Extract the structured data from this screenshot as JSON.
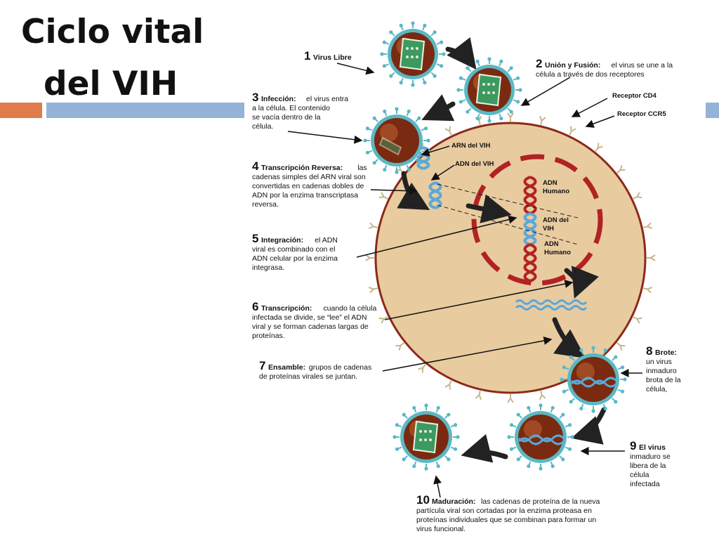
{
  "slide": {
    "title_line1": "Ciclo vital",
    "title_line2": "del VIH",
    "bar_colors": {
      "accent": "#E07B4A",
      "main": "#95B3D7"
    }
  },
  "diagram": {
    "colors": {
      "cell": "#E9CBA0",
      "membrane": "#8B2A1A",
      "nucleus_dash": "#B22222",
      "virus_outer": "#5AB8C4",
      "virus_inner": "#7A2A10",
      "dna_blue": "#5BA8D8",
      "dna_red": "#B22222",
      "capsid": "#3C9A5F",
      "receptor": "#C8B58A"
    },
    "steps": [
      {
        "n": "1",
        "head": "Virus Libre",
        "lines": []
      },
      {
        "n": "2",
        "head": "Unión y Fusión:",
        "lines": [
          "el virus se une a la",
          "célula a través de dos receptores"
        ]
      },
      {
        "n": "3",
        "head": "Infección:",
        "lines": [
          "el virus entra",
          "a la célula.  El contenido",
          "se vacía dentro de la",
          "célula."
        ]
      },
      {
        "n": "4",
        "head": "Transcripción Reversa:",
        "lines": [
          "las",
          "cadenas simples del ARN viral son",
          "convertidas en cadenas dobles de",
          "ADN por la enzima transcriptasa",
          "reversa."
        ]
      },
      {
        "n": "5",
        "head": "Integración:",
        "lines": [
          "el ADN",
          "viral es combinado con el",
          "ADN celular por la enzima",
          "integrasa."
        ]
      },
      {
        "n": "6",
        "head": "Transcripción:",
        "lines": [
          "cuando la célula",
          "infectada se divide, se “lee” el ADN",
          "viral y se forman cadenas largas de",
          "proteínas."
        ]
      },
      {
        "n": "7",
        "head": "Ensamble:",
        "lines": [
          "grupos de cadenas",
          "de proteínas virales se juntan."
        ]
      },
      {
        "n": "8",
        "head": "Brote:",
        "lines": [
          "un virus",
          "inmaduro",
          "brota de la",
          "célula,"
        ]
      },
      {
        "n": "9",
        "head": "El virus",
        "lines": [
          "inmaduro se",
          "libera de la",
          "célula",
          "infectada"
        ]
      },
      {
        "n": "10",
        "head": "Maduración:",
        "lines": [
          "las cadenas de proteína de la nueva",
          "partícula viral son cortadas por la enzima proteasa en",
          "proteínas individuales que se combinan para formar un",
          "virus funcional."
        ]
      }
    ],
    "labels": {
      "receptor_cd4": "Receptor CD4",
      "receptor_ccr5": "Receptor CCR5",
      "arn_vih": "ARN del VIH",
      "adn_vih": "ADN del VIH",
      "adn_humano_1": "ADN",
      "adn_humano_1b": "Humano",
      "adn_del_vih": "ADN del",
      "adn_del_vih_b": "VIH",
      "adn_humano_2": "ADN",
      "adn_humano_2b": "Humano"
    }
  }
}
